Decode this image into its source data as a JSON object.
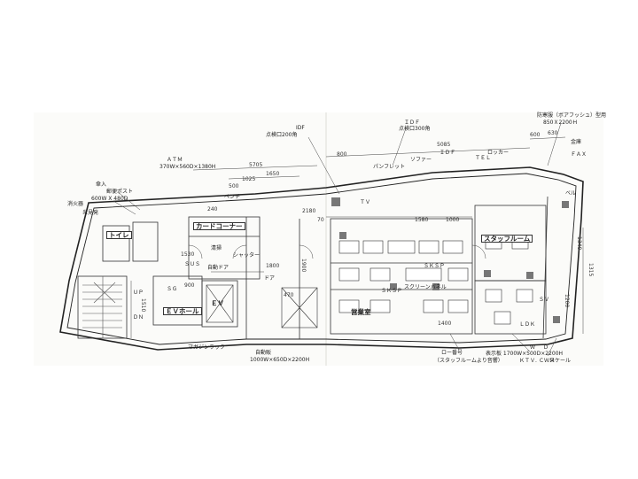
{
  "drawing": {
    "dims": {
      "d5085": "5085",
      "d5705": "5705",
      "d1650": "1650",
      "d1025": "1025",
      "d500": "500",
      "d800": "800",
      "d630": "630",
      "d600": "600",
      "d240": "240",
      "d2180": "2180",
      "d70": "70",
      "d1580": "1580",
      "d1000": "1000",
      "d1530": "1530",
      "d900": "900",
      "d1800": "1800",
      "d1900": "1900",
      "d1510": "1510",
      "d470": "470",
      "d1400": "1400",
      "d1315": "1315",
      "d1340": "1340",
      "d1200": "1200"
    },
    "labels": {
      "idf_left": "IDF",
      "idf_left_sub": "点検口200角",
      "idf_right": "ＩＤＦ",
      "idf_right_sub": "点検口300角",
      "top_right_1": "防寒服（ボアフッシュ）型用",
      "top_right_2": "850Ｘ2200Ｈ",
      "kinko": "金庫",
      "fax": "ＦＡＸ",
      "atm": "ＡＴＭ",
      "atm_sub": "370W×560D×1380H",
      "tel": "ＴＥＬ",
      "locker": "ロッカー",
      "sofa": "ソファー",
      "idf_mid": "ＩＤＦ",
      "brochure": "パンフレット",
      "mail": "郵便ポスト",
      "kasaire": "傘入",
      "kasa_size": "600W X 480D",
      "shokaki": "消火器",
      "enkyo": "炎見発",
      "toilet": "トイレ",
      "card_corner": "カードコーナー",
      "staff_room": "スタッフルーム",
      "tv": "ＴＶ",
      "kiosk": "ベンチ",
      "shutter": "シャッター",
      "cleaning": "清掃",
      "sus": "ＳＵＳ",
      "sus_door": "自動ドア",
      "sg": "ＳＧ",
      "ev_hall": "ＥＶホール",
      "ev": "ＥＶ",
      "up": "ＵＰ",
      "dn": "ＤＮ",
      "magazine": "マガジンラック",
      "jihan": "自動販",
      "jihan_sub": "1000W×650D×2200H",
      "eigyo": "営業室",
      "screen_panel": "スクリーンパネル",
      "sksp1": "ＳＫＳＰ",
      "sksp2": "ＳＫＳＰ",
      "ldk": "ＬＤＫ",
      "sv": "ＳＶ",
      "low_counter": "ロー番号",
      "staff_shitsu": "（スタッフルームより音響）",
      "ktv": "ＫＴＶ.",
      "cwm": "ＣＷＭ",
      "bottom_dim": "表示板 1700W×500D×2200H",
      "w": "Ｗ",
      "d": "Ｄ",
      "scale": "スケール",
      "door_s": "ドア",
      "bell": "ベル"
    }
  }
}
